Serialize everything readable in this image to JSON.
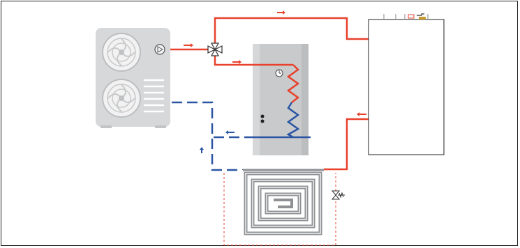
{
  "diagram": {
    "components": {
      "heat_pump": "heat-pump-outdoor-unit",
      "three_way_valve": "three-way-valve",
      "dhw_tank": "hot-water-cylinder",
      "indoor_unit": "indoor-hydronic-unit",
      "underfloor_loop": "underfloor-heating-coil",
      "bypass_valve": "differential-pressure-valve"
    },
    "colors": {
      "flow": "#e8412c",
      "return": "#2b55a3",
      "bypass": "#e8412c",
      "unit_body": "#d7d8da",
      "tank_body": "#c9cacc",
      "outline": "#222222"
    },
    "icons": {
      "pump": "pump-icon",
      "thermostat": "thermostat-icon",
      "flow_arrow": "arrow-icon"
    }
  }
}
